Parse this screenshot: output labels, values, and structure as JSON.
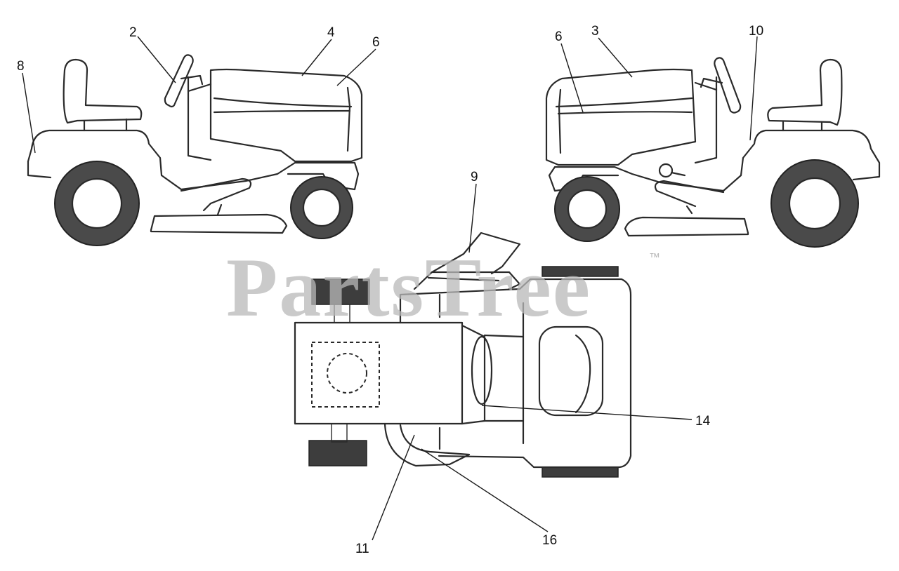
{
  "watermark": {
    "brand": "PartsTree",
    "trademark": "™"
  },
  "callouts": {
    "c2": "2",
    "c3": "3",
    "c4": "4",
    "c6_left": "6",
    "c6_right": "6",
    "c8": "8",
    "c9": "9",
    "c10": "10",
    "c11": "11",
    "c14": "14",
    "c16": "16"
  }
}
